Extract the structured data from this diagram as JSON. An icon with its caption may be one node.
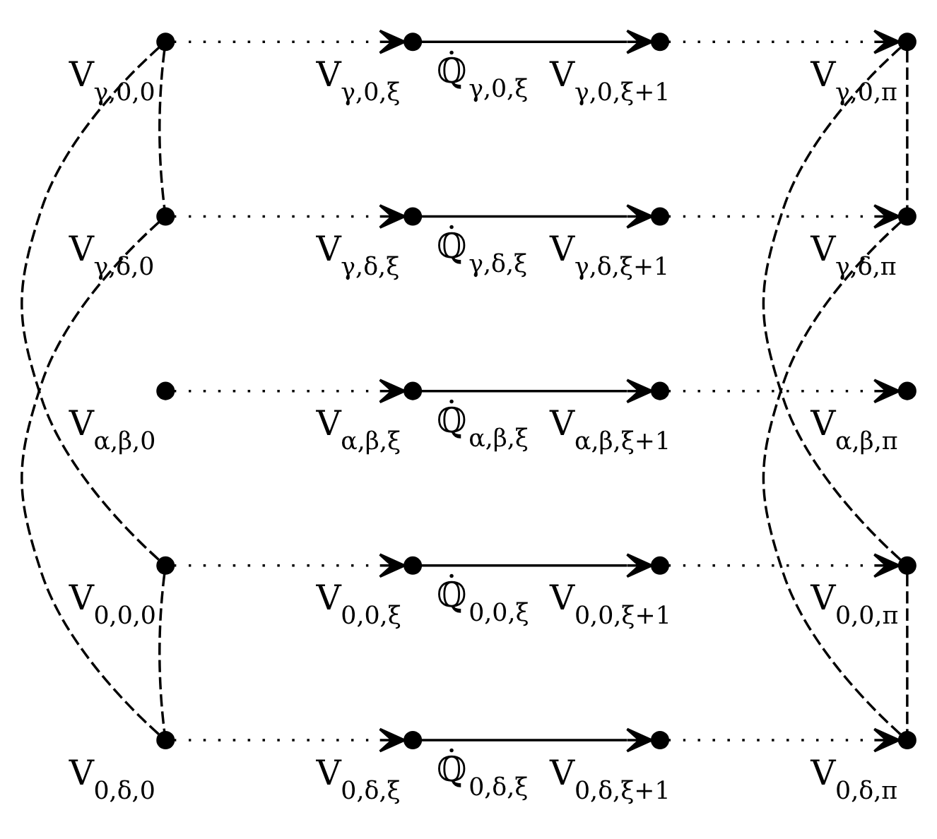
{
  "diagram": {
    "nodes": [
      {
        "text": [
          "V$_{γ,0,0}$"
        ]
      },
      {
        "text": [
          "V$_{γ,0,ξ}$"
        ]
      },
      {
        "text": [
          "V$_{γ,0,ξ+1}$"
        ]
      },
      {
        "text": [
          "V$_{γ,0,π}$"
        ]
      },
      {
        "text": [
          "V$_{γ,δ,0}$"
        ]
      },
      {
        "text": [
          "V$_{γ,δ,ξ}$"
        ]
      },
      {
        "text": [
          "V$_{γ,δ,ξ+1}$"
        ]
      },
      {
        "text": [
          "V$_{γ,δ,π}$"
        ]
      },
      {
        "text": [
          "V$_{α,β,0}$"
        ]
      },
      {
        "text": [
          "V$_{α,β,ξ}$"
        ]
      },
      {
        "text": [
          "V$_{α,β,ξ+1}$"
        ]
      },
      {
        "text": [
          "V$_{α,β,π}$"
        ]
      },
      {
        "text": [
          "V$_{0,0,0}$"
        ]
      },
      {
        "text": [
          "V$_{0,0,ξ}$"
        ]
      },
      {
        "text": [
          "V$_{0,0,ξ+1}$"
        ]
      },
      {
        "text": [
          "V$_{0,0,π}$"
        ]
      },
      {
        "text": [
          "V$_{0,δ,0}$"
        ]
      },
      {
        "text": [
          "V$_{0,δ,ξ}$"
        ]
      },
      {
        "text": [
          "V$_{0,δ,ξ+1}$"
        ]
      },
      {
        "text": [
          "V$_{0,δ,π}$"
        ]
      }
    ],
    "edges": [
      {
        "from": 0,
        "to": 1,
        "arrow": "to",
        "style": "dashed"
      },
      {
        "from": 1,
        "to": 2,
        "arrow": "to",
        "label": "ℚ̇$_{γ,0,ξ}$"
      },
      {
        "from": 2,
        "to": 3,
        "arrow": "to",
        "style": "dashed"
      },
      {
        "from": 4,
        "to": 5,
        "arrow": "to",
        "style": "dashed"
      },
      {
        "from": 5,
        "to": 6,
        "arrow": "to",
        "label": "ℚ̇$_{γ,δ,ξ}$"
      },
      {
        "from": 6,
        "to": 7,
        "arrow": "to",
        "style": "dashed"
      },
      {
        "from": 8,
        "to": 9,
        "arrow": "to",
        "style": "dashed"
      },
      {
        "from": 9,
        "to": 10,
        "arrow": "to",
        "label": "ℚ̇$_{α,β,ξ}$"
      },
      {
        "from": 10,
        "to": 11,
        "arrow": "to",
        "style": "dashed"
      },
      {
        "from": 12,
        "to": 13,
        "arrow": "to",
        "style": "dashed"
      },
      {
        "from": 13,
        "to": 14,
        "arrow": "to",
        "label": "ℚ̇$_{0,0,ξ}$"
      },
      {
        "from": 14,
        "to": 15,
        "arrow": "to",
        "style": "dashed"
      },
      {
        "from": 16,
        "to": 17,
        "arrow": "to",
        "style": "dashed"
      },
      {
        "from": 17,
        "to": 18,
        "arrow": "to",
        "label": "ℚ̇$_{0,δ,ξ}$"
      },
      {
        "from": 18,
        "to": 19,
        "arrow": "to",
        "style": "dashed"
      },
      {
        "from": 0,
        "to": 4,
        "arrow": "none",
        "style": "dashed"
      },
      {
        "from": 0,
        "to": 12,
        "arrow": "none",
        "style": "dashed"
      },
      {
        "from": 3,
        "to": 7,
        "arrow": "none",
        "style": "dashed"
      },
      {
        "from": 3,
        "to": 15,
        "arrow": "none",
        "style": "dashed"
      },
      {
        "from": 4,
        "to": 16,
        "arrow": "none",
        "style": "dashed"
      },
      {
        "from": 7,
        "to": 19,
        "arrow": "none",
        "style": "dashed"
      },
      {
        "from": 12,
        "to": 16,
        "arrow": "none",
        "style": "dashed"
      },
      {
        "from": 15,
        "to": 19,
        "arrow": "none",
        "style": "dashed"
      }
    ]
  }
}
